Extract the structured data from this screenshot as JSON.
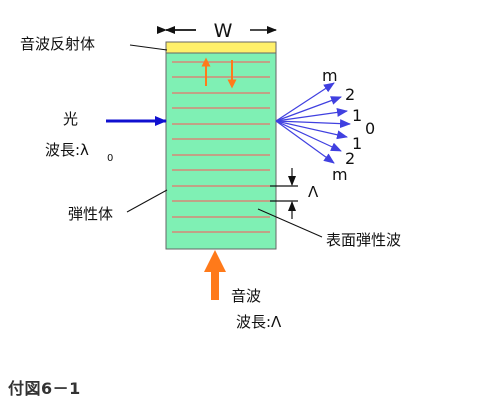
{
  "diagram": {
    "width_label": "W",
    "reflector_label": "音波反射体",
    "light_label": "光",
    "light_wavelength_label": "波長:λ",
    "light_wavelength_subscript": "0",
    "elastic_body_label": "弾性体",
    "saw_label": "表面弾性波",
    "lambda_label": "Λ",
    "sound_label": "音波",
    "sound_wavelength_label": "波長:Λ",
    "orders": [
      {
        "order": "m",
        "side": "upper"
      },
      {
        "order": "2",
        "side": "upper"
      },
      {
        "order": "1",
        "side": "upper"
      },
      {
        "order": "0",
        "side": "center"
      },
      {
        "order": "1",
        "side": "lower"
      },
      {
        "order": "2",
        "side": "lower"
      },
      {
        "order": "m",
        "side": "lower"
      }
    ],
    "colors": {
      "body": "#7FF0B4",
      "reflector": "#FFF06A",
      "waves": "#E8736A",
      "arrow_orange": "#FF7A1A",
      "arrow_blue": "#1010D0",
      "diffraction": "#4040E0"
    }
  },
  "caption": "付図6－1"
}
